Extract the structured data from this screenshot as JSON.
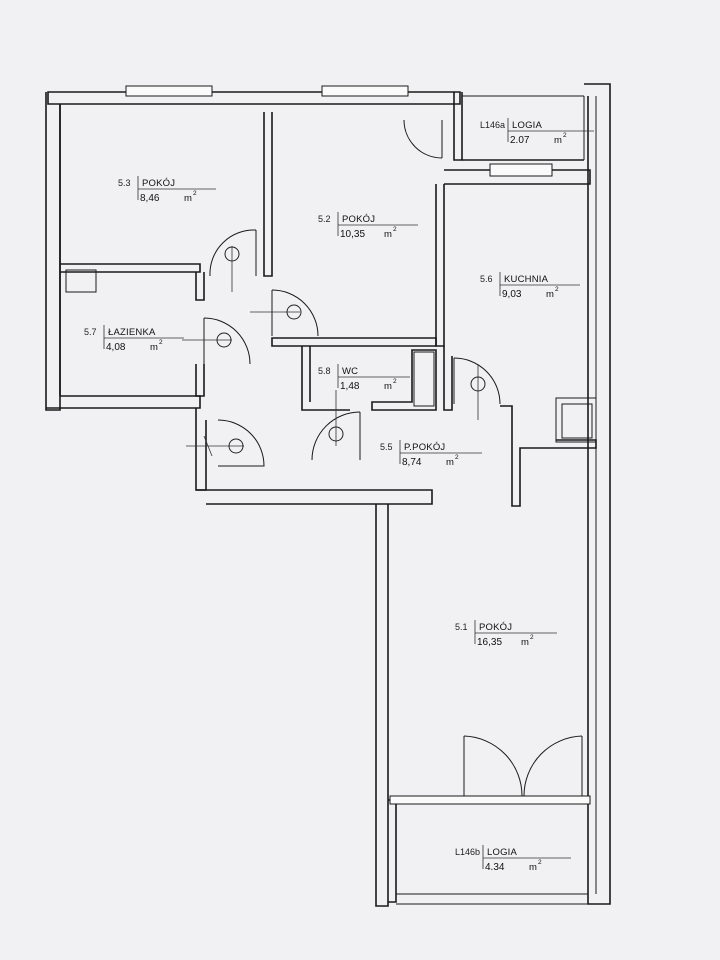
{
  "rooms": [
    {
      "id": "r53",
      "number": "5.3",
      "name": "POKÓJ",
      "area": "8,46",
      "unit": "m"
    },
    {
      "id": "r52",
      "number": "5.2",
      "name": "POKÓJ",
      "area": "10,35",
      "unit": "m"
    },
    {
      "id": "l146a",
      "number": "L146a",
      "name": "LOGIA",
      "area": "2.07",
      "unit": "m"
    },
    {
      "id": "r56",
      "number": "5.6",
      "name": "KUCHNIA",
      "area": "9,03",
      "unit": "m"
    },
    {
      "id": "r57",
      "number": "5.7",
      "name": "ŁAZIENKA",
      "area": "4,08",
      "unit": "m"
    },
    {
      "id": "r58",
      "number": "5.8",
      "name": "WC",
      "area": "1,48",
      "unit": "m"
    },
    {
      "id": "r55",
      "number": "5.5",
      "name": "P.POKÓJ",
      "area": "8,74",
      "unit": "m"
    },
    {
      "id": "r51",
      "number": "5.1",
      "name": "POKÓJ",
      "area": "16,35",
      "unit": "m"
    },
    {
      "id": "l146b",
      "number": "L146b",
      "name": "LOGIA",
      "area": "4.34",
      "unit": "m"
    }
  ],
  "area_superscript": "2"
}
